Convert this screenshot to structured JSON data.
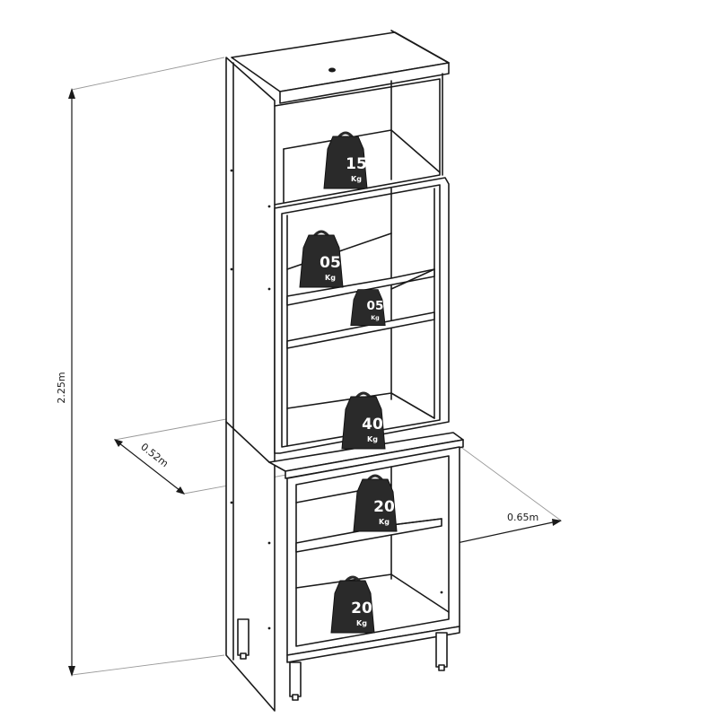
{
  "dimensions": {
    "height": "2.25m",
    "depth": "0.52m",
    "width": "0.65m"
  },
  "weights": [
    {
      "value": "15",
      "unit": "Kg"
    },
    {
      "value": "05",
      "unit": "Kg"
    },
    {
      "value": "05",
      "unit": "Kg"
    },
    {
      "value": "40",
      "unit": "Kg"
    },
    {
      "value": "20",
      "unit": "Kg"
    },
    {
      "value": "20",
      "unit": "Kg"
    }
  ],
  "colors": {
    "line": "#1a1a1a",
    "weight_fill": "#2a2a2a",
    "dimension_line": "#9a9a9a"
  }
}
